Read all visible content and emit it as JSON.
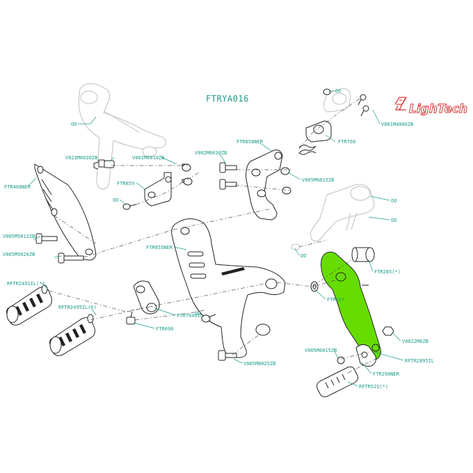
{
  "title": "FTRYA016",
  "brand": "LighTech",
  "colors": {
    "label": "#1a9a8a",
    "highlight": "#66dd00",
    "brand": "#d23a3a",
    "line": "#222222",
    "ghost": "#bfbfbf"
  },
  "labels": {
    "oo_top": "OO",
    "v023m6020zb": "V023M6020ZB",
    "v002m6010zb": "V002M6010ZB",
    "v002m6030zb": "V002M6030ZB",
    "ftr858ner": "FTR858NER",
    "v001m4006zb": "V001M4006ZB",
    "ftr766": "FTR766",
    "oo_mc_top": "OO",
    "ftr468ner": "FTR468NER",
    "ftr859": "FTR859",
    "oo_left": "OO",
    "v005m6015zb_top": "V005M6015ZB",
    "oo_r1": "OO",
    "oo_r2": "OO",
    "oo_r3": "OO",
    "v005m5012zb": "V005M5012ZB",
    "v005m5020zb": "V005M5020ZB",
    "ftr855ner": "FTR855NER",
    "oo_mid": "OO",
    "ftr285": "FTR285(*)",
    "rftr245sil": "RFTR245SIL(*)",
    "rftr2495il": "RFTR2495IL(*)",
    "ftr137": "FTR137",
    "ftr704sil": "FTR704SIL",
    "v0022m6zb": "V0022M6ZB",
    "ftr690": "FTR690",
    "v005m6015zb": "V005M6015ZB",
    "rftr2895il": "RFTR2895IL",
    "v005m8025zb": "V005M8025ZB",
    "ftr290ner": "FTR290NER",
    "rftr521": "RFTR521(*)"
  }
}
